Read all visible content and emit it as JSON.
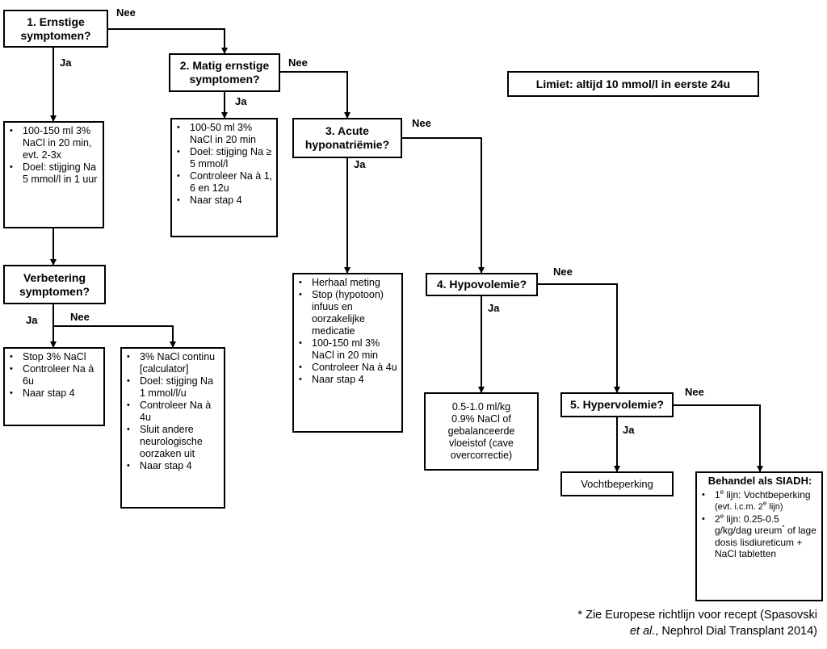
{
  "q1": {
    "line1": "1. Ernstige",
    "line2": "symptomen?"
  },
  "q2": {
    "line1": "2. Matig ernstige",
    "line2": "symptomen?"
  },
  "q3": {
    "line1": "3. Acute",
    "line2": "hyponatriëmie?"
  },
  "q4": {
    "text": "4. Hypovolemie?"
  },
  "q5": {
    "text": "5. Hypervolemie?"
  },
  "qv": {
    "line1": "Verbetering",
    "line2": "symptomen?"
  },
  "limit": "Limiet: altijd 10 mmol/l in eerste 24u",
  "labels": {
    "ja": "Ja",
    "nee": "Nee"
  },
  "box_severe": [
    "100-150 ml 3% NaCl in 20 min, evt. 2-3x",
    "Doel: stijging Na 5 mmol/l in 1 uur"
  ],
  "box_moderate": [
    "100-50 ml 3% NaCl in 20 min",
    "Doel: stijging Na ≥ 5 mmol/l",
    "Controleer Na à 1, 6 en 12u",
    "Naar stap 4"
  ],
  "box_acute": [
    "Herhaal meting",
    "Stop (hypotoon) infuus en oorzakelijke medicatie",
    "100-150 ml 3% NaCl in 20 min",
    "Controleer Na à 4u",
    "Naar stap 4"
  ],
  "box_improve_yes": [
    "Stop 3% NaCl",
    "Controleer Na à 6u",
    "Naar stap 4"
  ],
  "box_improve_no": [
    "3% NaCl continu [calculator]",
    "Doel: stijging Na 1 mmol/l/u",
    "Controleer Na à 4u",
    "Sluit andere neurologische oorzaken uit",
    "Naar stap 4"
  ],
  "box_hypovol": {
    "line1": "0.5-1.0 ml/kg",
    "line2": "0.9% NaCl of",
    "line3": "gebalanceerde",
    "line4": "vloeistof (cave",
    "line5": "overcorrectie)"
  },
  "box_hypervol": "Vochtbeperking",
  "siadh": {
    "title": "Behandel als SIADH:",
    "item1_a": "1",
    "item1_sup": "e",
    "item1_b": " lijn: Vochtbeperking",
    "item1_c": "(evt. i.c.m. 2",
    "item1_sup2": "e",
    "item1_d": " lijn)",
    "item2_a": "2",
    "item2_sup": "e",
    "item2_b": " lijn: 0.25-0.5 g/kg/dag ureum",
    "item2_sup2": "*",
    "item2_c": " of lage dosis lisdiureticum + NaCl tabletten"
  },
  "footnote": {
    "line1": "* Zie Europese richtlijn voor recept (Spasovski",
    "line2_em": "et al.",
    "line2_rest": ", Nephrol Dial Transplant 2014)"
  }
}
